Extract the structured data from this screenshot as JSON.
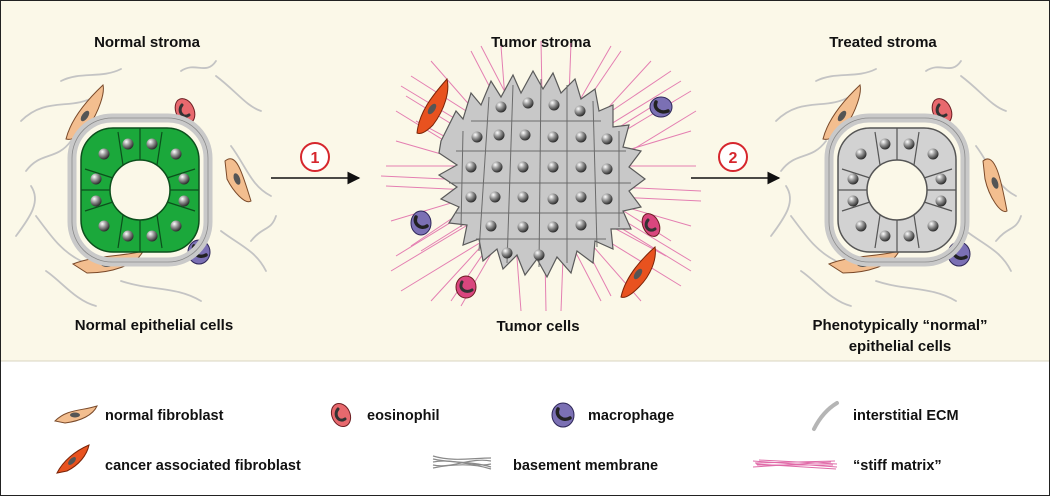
{
  "panels": {
    "normal": {
      "title": "Normal stroma",
      "caption": "Normal epithelial cells"
    },
    "tumor": {
      "title": "Tumor stroma",
      "caption": "Tumor cells"
    },
    "treated": {
      "title": "Treated stroma",
      "caption_line1": "Phenotypically “normal”",
      "caption_line2": "epithelial cells"
    }
  },
  "steps": [
    {
      "number": "1"
    },
    {
      "number": "2"
    }
  ],
  "legend": {
    "normal_fibroblast": "normal fibroblast",
    "eosinophil": "eosinophil",
    "macrophage": "macrophage",
    "interstitial_ecm": "interstitial ECM",
    "cancer_associated_fibroblast": "cancer associated fibroblast",
    "basement_membrane": "basement membrane",
    "stiff_matrix": "“stiff matrix”"
  },
  "colors": {
    "panel_bg": "#fbf8e8",
    "normal_epithelium": "#1ba83b",
    "treated_epithelium": "#d2d2d2",
    "tumor_cells": "#c8c8c8",
    "normal_fibroblast": "#f3be8f",
    "cancer_associated_fibroblast": "#e8521f",
    "eosinophil": "#e8696e",
    "macrophage": "#7b70b4",
    "interstitial_ecm": "#bdbdbd",
    "stiff_matrix": "#e06aa8",
    "step_circle": "#d6262d"
  }
}
